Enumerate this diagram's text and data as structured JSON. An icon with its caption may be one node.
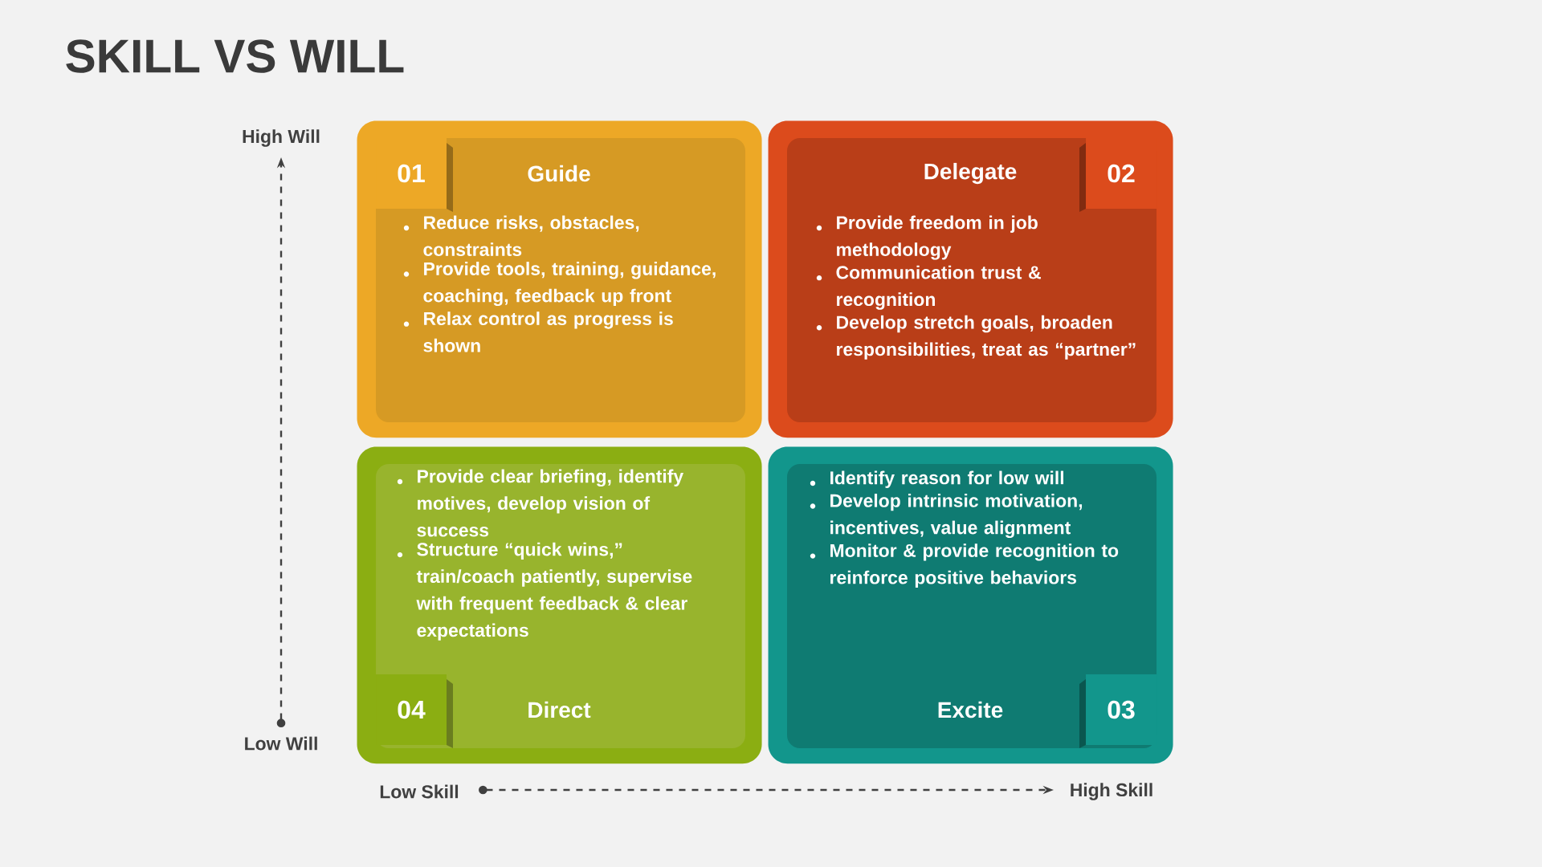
{
  "diagram": {
    "title": "SKILL VS WILL",
    "nodes": [
      {
        "text": [
          "01",
          "Guide",
          "Reduce risks, obstacles, constraints",
          "Provide tools, training, guidance, coaching, feedback up front",
          "Relax control as progress is shown"
        ]
      },
      {
        "text": [
          "02",
          "Delegate",
          "Provide freedom in job methodology",
          "Communication trust & recognition",
          "Develop stretch goals, broaden responsibilities, treat as “partner”"
        ]
      },
      {
        "text": [
          "Provide clear briefing, identify motives, develop vision of success",
          "Structure “quick wins,” train/coach patiently, supervise with frequent feedback & clear expectations",
          "04",
          "Direct"
        ]
      },
      {
        "text": [
          "Identify reason for low will",
          "Develop intrinsic motivation, incentives, value alignment",
          "Monitor & provide recognition to reinforce positive behaviors",
          "03",
          "Excite"
        ]
      }
    ],
    "labels": [
      "High Will",
      "Low Will",
      "Low Skill",
      "High Skill"
    ]
  }
}
